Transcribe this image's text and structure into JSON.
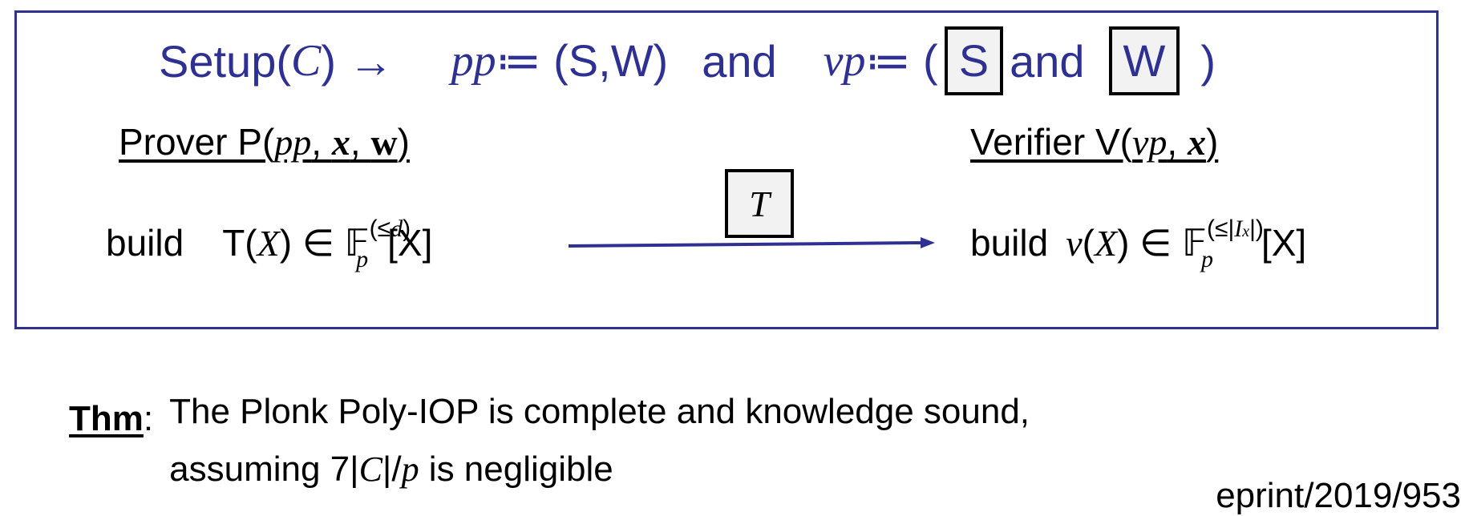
{
  "setup": {
    "prefix": "Setup(",
    "circuit": "C",
    "suffix": ") →",
    "pp_var": "pp",
    "pp_assign": " ≔ (S,W)",
    "and1": "and",
    "vp_var": "vp",
    "vp_assign": " ≔ (",
    "box_s": "S",
    "and2": "and",
    "box_w": "W",
    "close": ")"
  },
  "prover": {
    "title_prefix": "Prover P(",
    "pp": "pp",
    "x": "x",
    "w": "w",
    "title_suffix": ")",
    "build": "build",
    "poly_name": "T(",
    "poly_var": "X",
    "poly_close": ") ∈ 𝔽",
    "field_sup": "(≤",
    "field_sup_var": "d",
    "field_sup_close": ")",
    "field_sub": "p",
    "poly_ring": "[X]"
  },
  "message": {
    "label": "T"
  },
  "verifier": {
    "title_prefix": "Verifier V(",
    "vp": "vp",
    "x": "x",
    "title_suffix": ")",
    "build": "build",
    "poly_name": "v",
    "poly_open": "(",
    "poly_var": "X",
    "poly_close": ") ∈ 𝔽",
    "field_sup": "(≤|",
    "field_sup_var": "I",
    "field_sup_sub": "x",
    "field_sup_close": "|)",
    "field_sub": "p",
    "poly_ring": "[X]"
  },
  "theorem": {
    "label": "Thm",
    "colon": ":",
    "line1": "The Plonk Poly-IOP is complete and knowledge sound,",
    "line2_prefix": "assuming 7|",
    "line2_c": "C",
    "line2_mid": "|/",
    "line2_p": "p",
    "line2_suffix": " is negligible"
  },
  "reference": "eprint/2019/953",
  "colors": {
    "accent": "#2e3192",
    "box_fill": "#f2f2f2"
  }
}
